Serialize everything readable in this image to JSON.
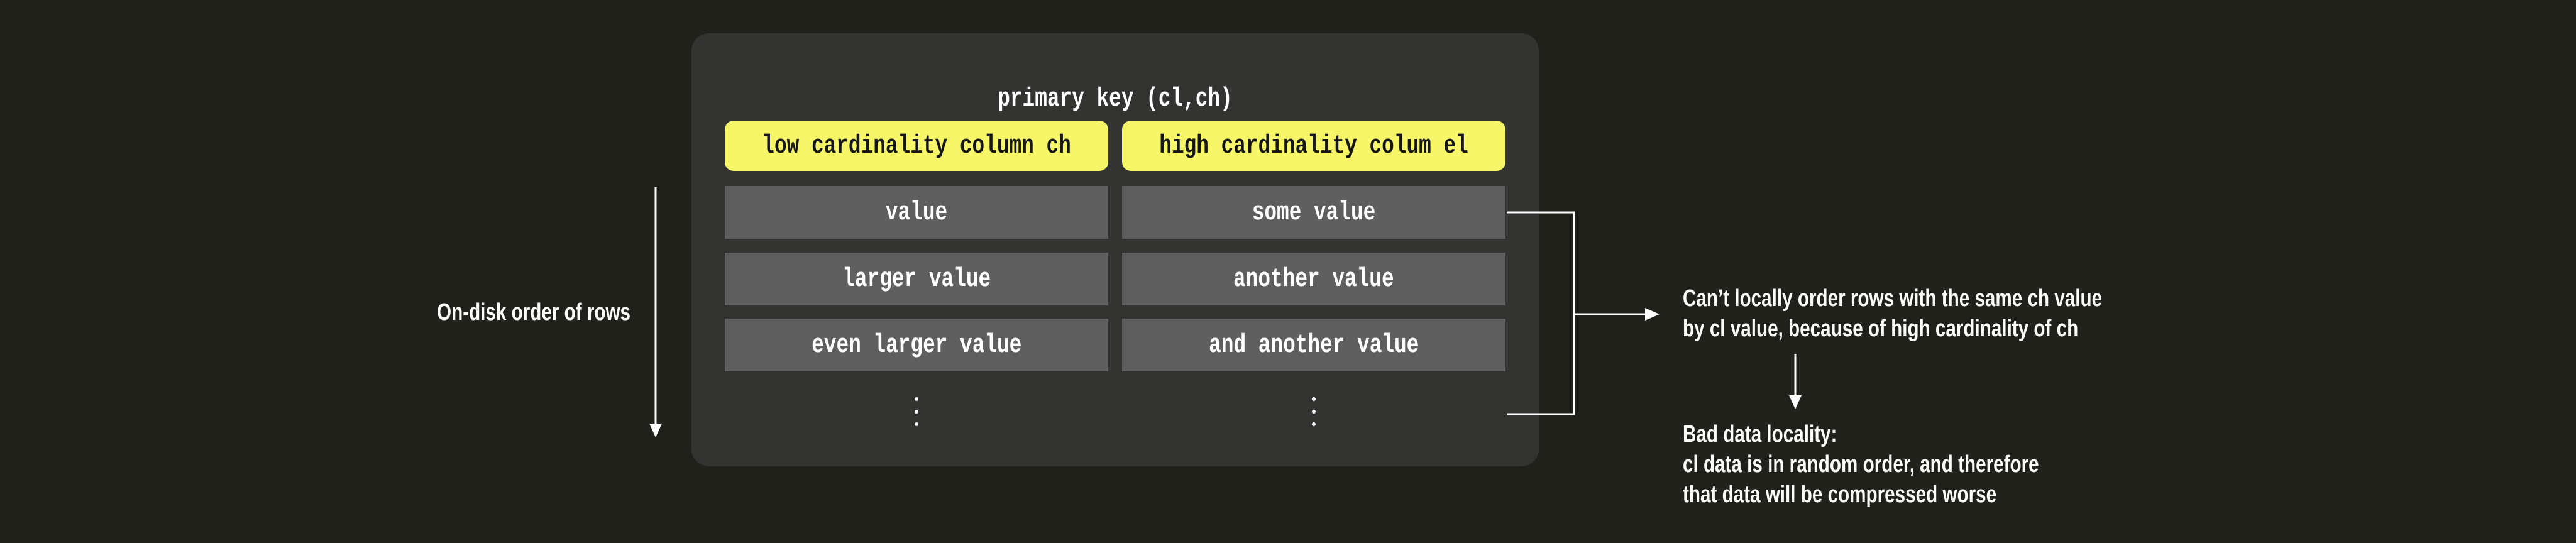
{
  "panel": {
    "title": "primary key (cl,ch)",
    "columns": [
      {
        "header": "low cardinality column ch",
        "cells": [
          "value",
          "larger value",
          "even larger value"
        ]
      },
      {
        "header": "high cardinality colum el",
        "cells": [
          "some value",
          "another value",
          "and another value"
        ]
      }
    ]
  },
  "left_annotation": {
    "label": "On-disk order of rows"
  },
  "right_annotations": {
    "ordering_note": {
      "line1": "Can’t locally order rows with the same ch value",
      "line2": "by cl value, because of high cardinality of ch"
    },
    "locality_note": {
      "line1": "Bad data locality:",
      "line2": "cl data is in random order, and therefore",
      "line3": "that data will be compressed worse"
    }
  },
  "colors": {
    "background": "#21211c",
    "panel": "#333332",
    "row": "#5f5f5f",
    "header_highlight": "#f6f668",
    "text_light": "#ffffff",
    "text_dark": "#161616",
    "connector": "#ffffff"
  }
}
